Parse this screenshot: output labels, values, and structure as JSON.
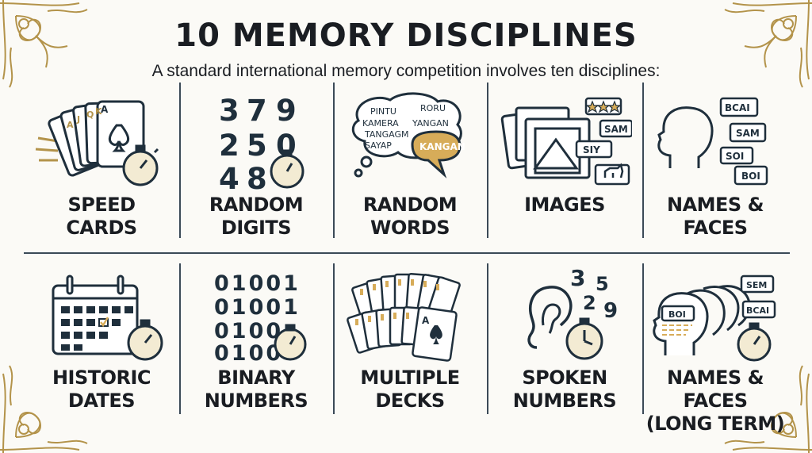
{
  "header": {
    "title": "10 MEMORY DISCIPLINES",
    "subtitle": "A standard international memory competition involves ten disciplines:"
  },
  "colors": {
    "navy": "#1f2f3c",
    "gold": "#b3934a",
    "cream": "#fbfaf6"
  },
  "disciplines": [
    {
      "line1": "SPEED",
      "line2": "CARDS",
      "icon": "speed-cards-icon",
      "card_ranks": [
        "A",
        "J",
        "Q",
        "K",
        "A"
      ]
    },
    {
      "line1": "RANDOM",
      "line2": "DIGITS",
      "icon": "random-digits-icon",
      "digits": [
        "3",
        "7",
        "9",
        "2",
        "5",
        "0",
        "4",
        "8"
      ]
    },
    {
      "line1": "RANDOM",
      "line2": "WORDS",
      "icon": "random-words-icon",
      "words": [
        "PINTU",
        "RORU",
        "KAMERA",
        "YANGAN",
        "TANGAGM",
        "SAYAP",
        "KANGAN"
      ]
    },
    {
      "line1": "IMAGES",
      "line2": "",
      "icon": "images-icon",
      "tags": [
        "SAM",
        "SIY"
      ]
    },
    {
      "line1": "NAMES &",
      "line2": "FACES",
      "icon": "names-faces-icon",
      "tags": [
        "BCAI",
        "SAM",
        "SOI",
        "BOI"
      ]
    },
    {
      "line1": "HISTORIC",
      "line2": "DATES",
      "icon": "historic-dates-icon"
    },
    {
      "line1": "BINARY",
      "line2": "NUMBERS",
      "icon": "binary-numbers-icon",
      "binary_rows": [
        "01001",
        "01001",
        "0100",
        "0100"
      ]
    },
    {
      "line1": "MULTIPLE",
      "line2": "DECKS",
      "icon": "multiple-decks-icon",
      "card_ranks": [
        "A"
      ]
    },
    {
      "line1": "SPOKEN",
      "line2": "NUMBERS",
      "icon": "spoken-numbers-icon",
      "digits": [
        "3",
        "5",
        "2",
        "9"
      ]
    },
    {
      "line1": "NAMES & FACES",
      "line2": "(LONG TERM)",
      "icon": "names-faces-long-term-icon",
      "tags": [
        "SEM",
        "BOI",
        "BCAI"
      ]
    }
  ]
}
